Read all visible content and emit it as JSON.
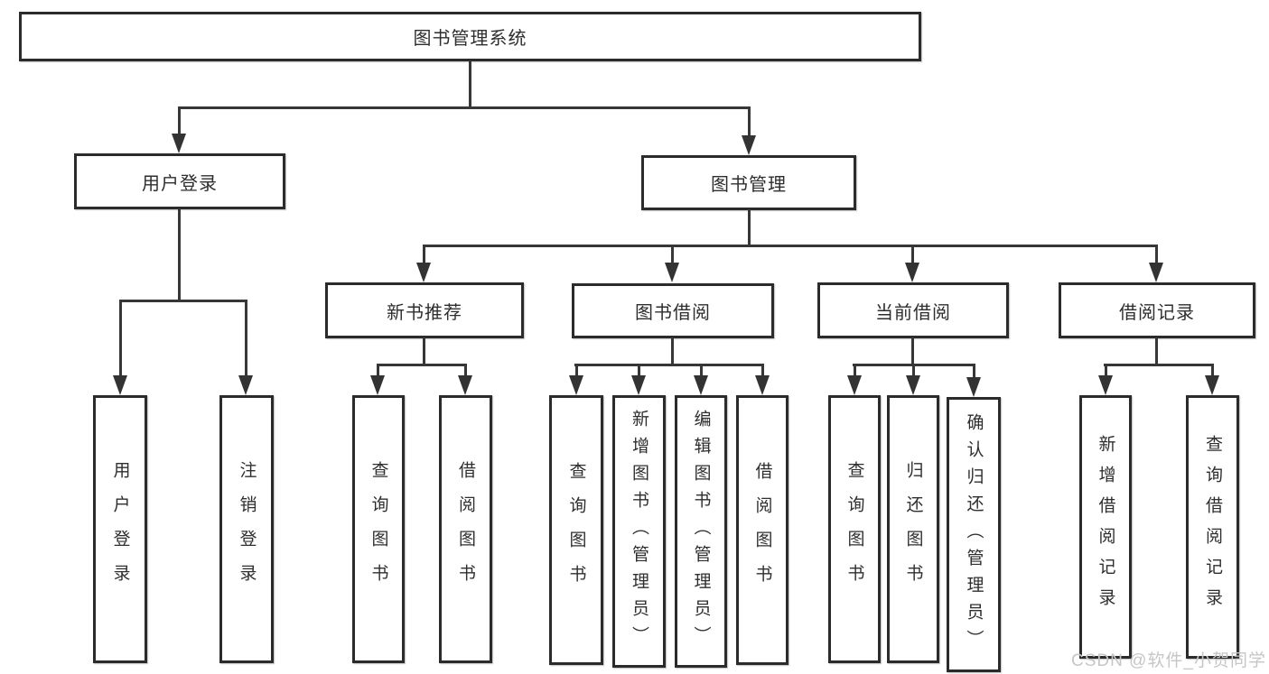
{
  "tree": {
    "label": "图书管理系统",
    "children": [
      {
        "label": "用户登录",
        "children": [
          {
            "label": "用户登录"
          },
          {
            "label": "注销登录"
          }
        ]
      },
      {
        "label": "图书管理",
        "children": [
          {
            "label": "新书推荐",
            "children": [
              {
                "label": "查询图书"
              },
              {
                "label": "借阅图书"
              }
            ]
          },
          {
            "label": "图书借阅",
            "children": [
              {
                "label": "查询图书"
              },
              {
                "label": "新增图书（管理员）"
              },
              {
                "label": "编辑图书（管理员）"
              },
              {
                "label": "借阅图书"
              }
            ]
          },
          {
            "label": "当前借阅",
            "children": [
              {
                "label": "查询图书"
              },
              {
                "label": "归还图书"
              },
              {
                "label": "确认归还（管理员）"
              }
            ]
          },
          {
            "label": "借阅记录",
            "children": [
              {
                "label": "新增借阅记录"
              },
              {
                "label": "查询借阅记录"
              }
            ]
          }
        ]
      }
    ]
  },
  "watermark": {
    "text": "CSDN @软件_小贺同学"
  },
  "colors": {
    "background": "#ffffff",
    "border": "#2b2b2b",
    "line": "#373737",
    "text": "#2e2e2e",
    "watermark": "#c6c6c6"
  }
}
